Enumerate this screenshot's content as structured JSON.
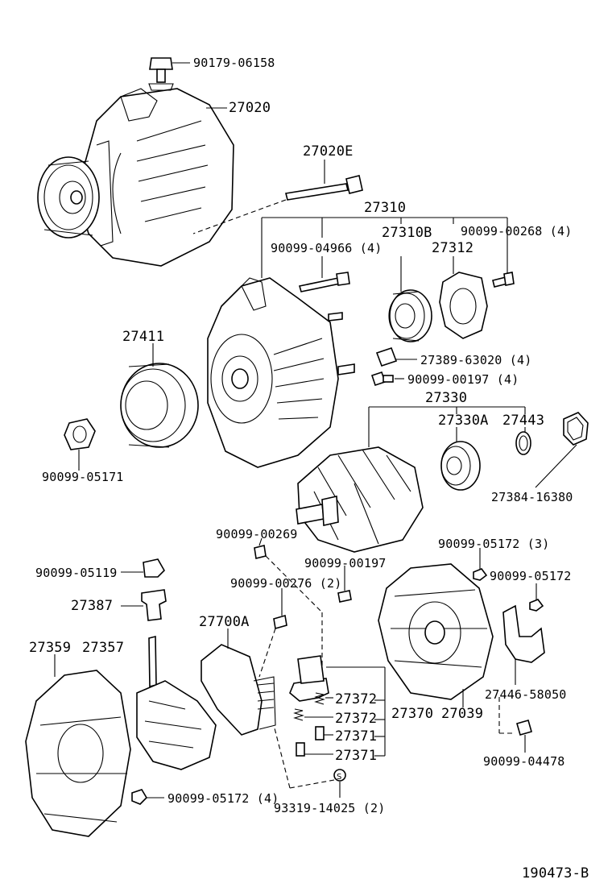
{
  "diagram_code": "190473-B",
  "labels": {
    "p90179_06158": "90179-06158",
    "p27020": "27020",
    "p27020E": "27020E",
    "p27310": "27310",
    "p90099_04966": "90099-04966 (4)",
    "p27310B": "27310B",
    "p27312": "27312",
    "p90099_00268": "90099-00268 (4)",
    "p27411": "27411",
    "p27389_63020": "27389-63020 (4)",
    "p90099_00197a": "90099-00197 (4)",
    "p90099_05171": "90099-05171",
    "p27330": "27330",
    "p27330A": "27330A",
    "p27443": "27443",
    "p27384_16380": "27384-16380",
    "p90099_00269": "90099-00269",
    "p90099_05172_3": "90099-05172 (3)",
    "p90099_05119": "90099-05119",
    "p90099_00197b": "90099-00197",
    "p90099_05172": "90099-05172",
    "p90099_00276": "90099-00276 (2)",
    "p27387": "27387",
    "p27700A": "27700A",
    "p27359": "27359",
    "p27357": "27357",
    "p27372a": "27372",
    "p27372b": "27372",
    "p27371a": "27371",
    "p27371b": "27371",
    "p27370": "27370",
    "p27039": "27039",
    "p27446_58050": "27446-58050",
    "p90099_04478": "90099-04478",
    "p90099_05172_4": "90099-05172 (4)",
    "p93319_14025": "93319-14025 (2)"
  }
}
